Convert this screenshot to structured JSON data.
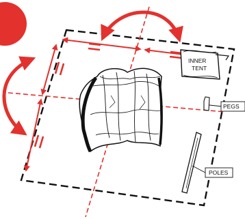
{
  "step": {
    "number": ""
  },
  "labels": {
    "inner_tent_line1": "INNER",
    "inner_tent_line2": "TENT",
    "pegs": "PEGS",
    "poles": "POLES"
  },
  "colors": {
    "accent": "#e3312d",
    "outline": "#111111",
    "background": "#ffffff"
  }
}
